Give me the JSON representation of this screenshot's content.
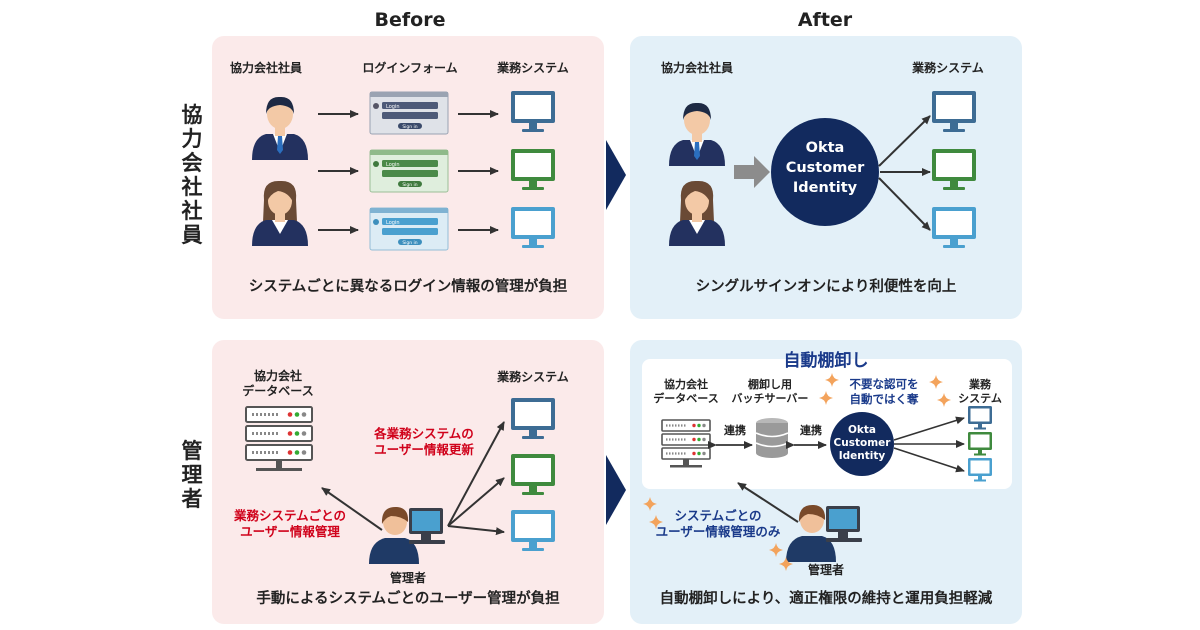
{
  "headings": {
    "before": "Before",
    "after": "After"
  },
  "rows": {
    "partner": "協力会社社員",
    "admin": "管理者"
  },
  "top_before": {
    "col_partner": "協力会社社員",
    "col_login": "ログインフォーム",
    "col_system": "業務システム",
    "login_label": "Login",
    "signin_label": "Sign in",
    "caption": "システムごとに異なるログイン情報の管理が負担"
  },
  "top_after": {
    "col_partner": "協力会社社員",
    "col_system": "業務システム",
    "okta_lines": [
      "Okta",
      "Customer",
      "Identity"
    ],
    "caption": "シングルサインオンにより利便性を向上"
  },
  "bottom_before": {
    "db_label": [
      "協力会社",
      "データベース"
    ],
    "col_system": "業務システム",
    "update_note": [
      "各業務システムの",
      "ユーザー情報更新"
    ],
    "manage_note": [
      "業務システムごとの",
      "ユーザー情報管理"
    ],
    "admin_label": "管理者",
    "caption": "手動によるシステムごとのユーザー管理が負担"
  },
  "bottom_after": {
    "title": "自動棚卸し",
    "db_label": [
      "協力会社",
      "データベース"
    ],
    "batch_label": [
      "棚卸し用",
      "バッチサーバー"
    ],
    "remove_note": [
      "不要な認可を",
      "自動ではく奪"
    ],
    "system_label": [
      "業務",
      "システム"
    ],
    "link1": "連携",
    "link2": "連携",
    "okta_lines": [
      "Okta",
      "Customer",
      "Identity"
    ],
    "manage_note": [
      "システムごとの",
      "ユーザー情報管理のみ"
    ],
    "admin_label": "管理者",
    "caption": "自動棚卸しにより、適正権限の維持と運用負担軽減"
  },
  "colors": {
    "before_panel": "#fbeaea",
    "after_panel": "#e3f0f8",
    "navy": "#122a5e",
    "red_text": "#d0021b",
    "blue_text": "#1a3a8a",
    "monitor_navy": "#3d6c94",
    "monitor_green": "#3f8a3e",
    "monitor_blue": "#4aa0cf",
    "sparkle": "#f3a35c"
  }
}
